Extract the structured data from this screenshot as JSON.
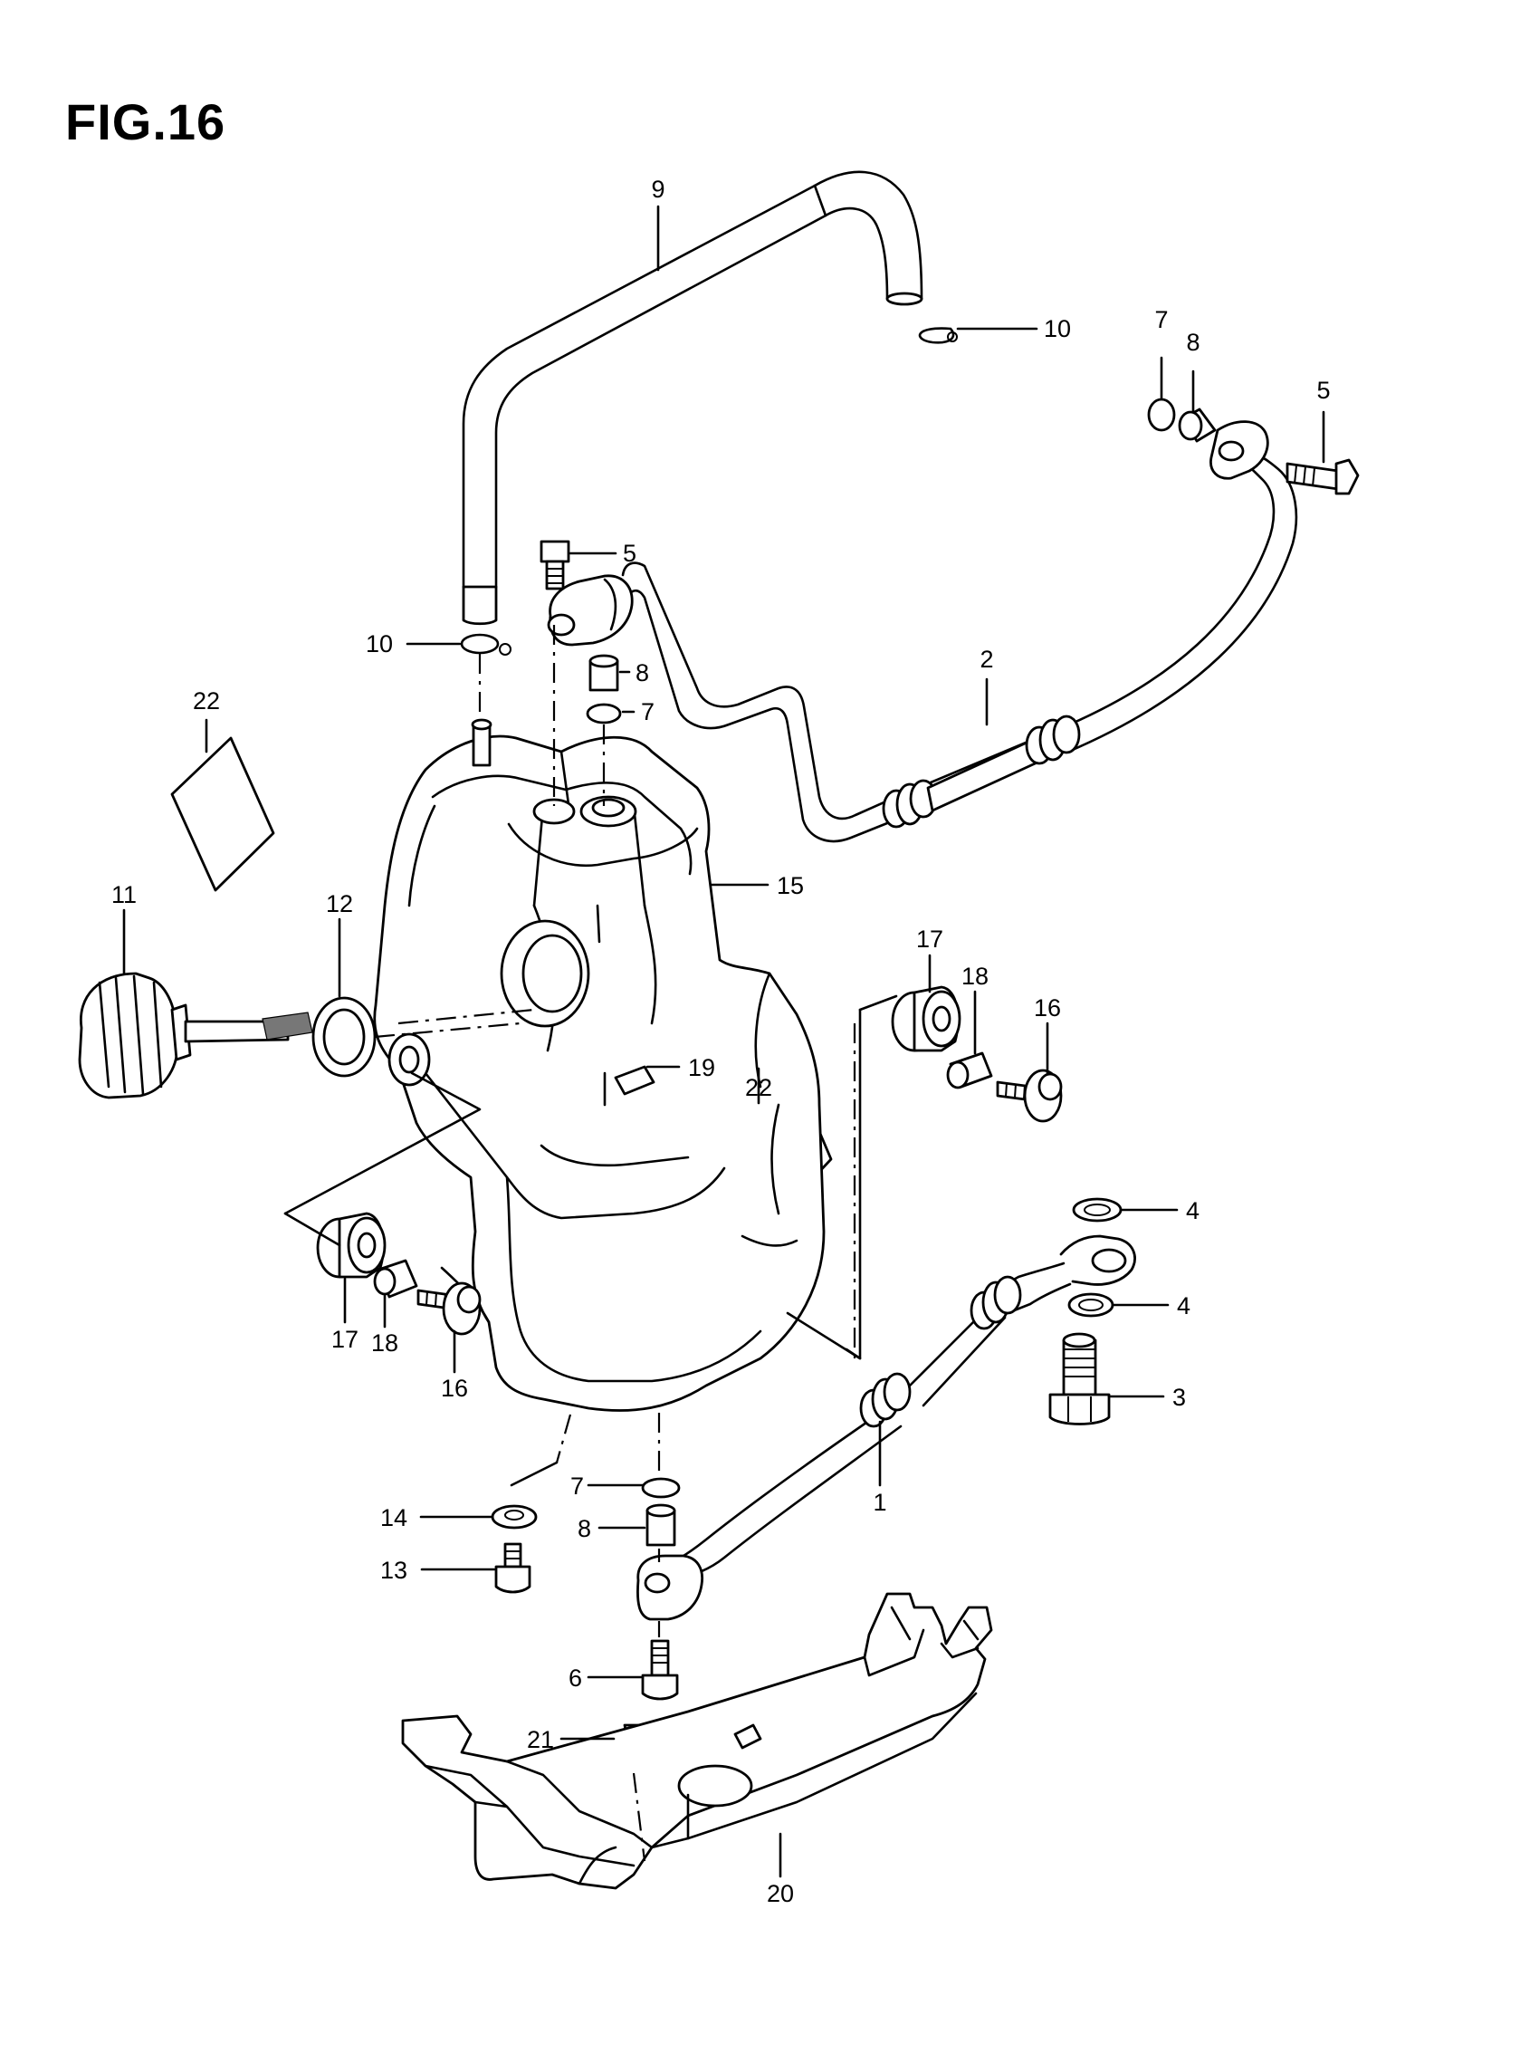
{
  "figure": {
    "title": "FIG.16"
  },
  "callouts": [
    {
      "id": "c9",
      "num": "9"
    },
    {
      "id": "c10a",
      "num": "10"
    },
    {
      "id": "c7a",
      "num": "7"
    },
    {
      "id": "c8a",
      "num": "8"
    },
    {
      "id": "c5a",
      "num": "5"
    },
    {
      "id": "c5b",
      "num": "5"
    },
    {
      "id": "c10b",
      "num": "10"
    },
    {
      "id": "c8b",
      "num": "8"
    },
    {
      "id": "c7b",
      "num": "7"
    },
    {
      "id": "c2",
      "num": "2"
    },
    {
      "id": "c22a",
      "num": "22"
    },
    {
      "id": "c15",
      "num": "15"
    },
    {
      "id": "c11",
      "num": "11"
    },
    {
      "id": "c12",
      "num": "12"
    },
    {
      "id": "c17a",
      "num": "17"
    },
    {
      "id": "c18a",
      "num": "18"
    },
    {
      "id": "c16a",
      "num": "16"
    },
    {
      "id": "c19",
      "num": "19"
    },
    {
      "id": "c22b",
      "num": "22"
    },
    {
      "id": "c4a",
      "num": "4"
    },
    {
      "id": "c4b",
      "num": "4"
    },
    {
      "id": "c3",
      "num": "3"
    },
    {
      "id": "c17b",
      "num": "17"
    },
    {
      "id": "c18b",
      "num": "18"
    },
    {
      "id": "c16b",
      "num": "16"
    },
    {
      "id": "c1",
      "num": "1"
    },
    {
      "id": "c7c",
      "num": "7"
    },
    {
      "id": "c8c",
      "num": "8"
    },
    {
      "id": "c14",
      "num": "14"
    },
    {
      "id": "c13",
      "num": "13"
    },
    {
      "id": "c6",
      "num": "6"
    },
    {
      "id": "c21",
      "num": "21"
    },
    {
      "id": "c20",
      "num": "20"
    }
  ]
}
